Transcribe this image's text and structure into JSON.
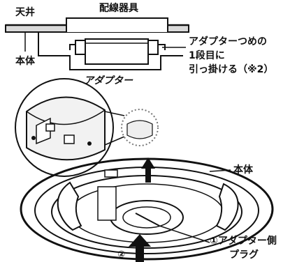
{
  "labels": {
    "ceiling": "天井",
    "wiring_fixture": "配線器具",
    "body_top": "本体",
    "adapter": "アダプター",
    "claw_note_line1": "アダプターつめの",
    "claw_note_line2": "1段目に",
    "claw_note_line3": "引っ掛ける（※2）",
    "body_bottom": "本体",
    "plug_line1": "①アダプター側",
    "plug_line2": "プラグ",
    "step2_marker": "②"
  },
  "colors": {
    "line": "#111111",
    "ceiling_gray": "#d9d9d9",
    "dot_circle": "#777777",
    "arrow_fill": "#111111"
  }
}
